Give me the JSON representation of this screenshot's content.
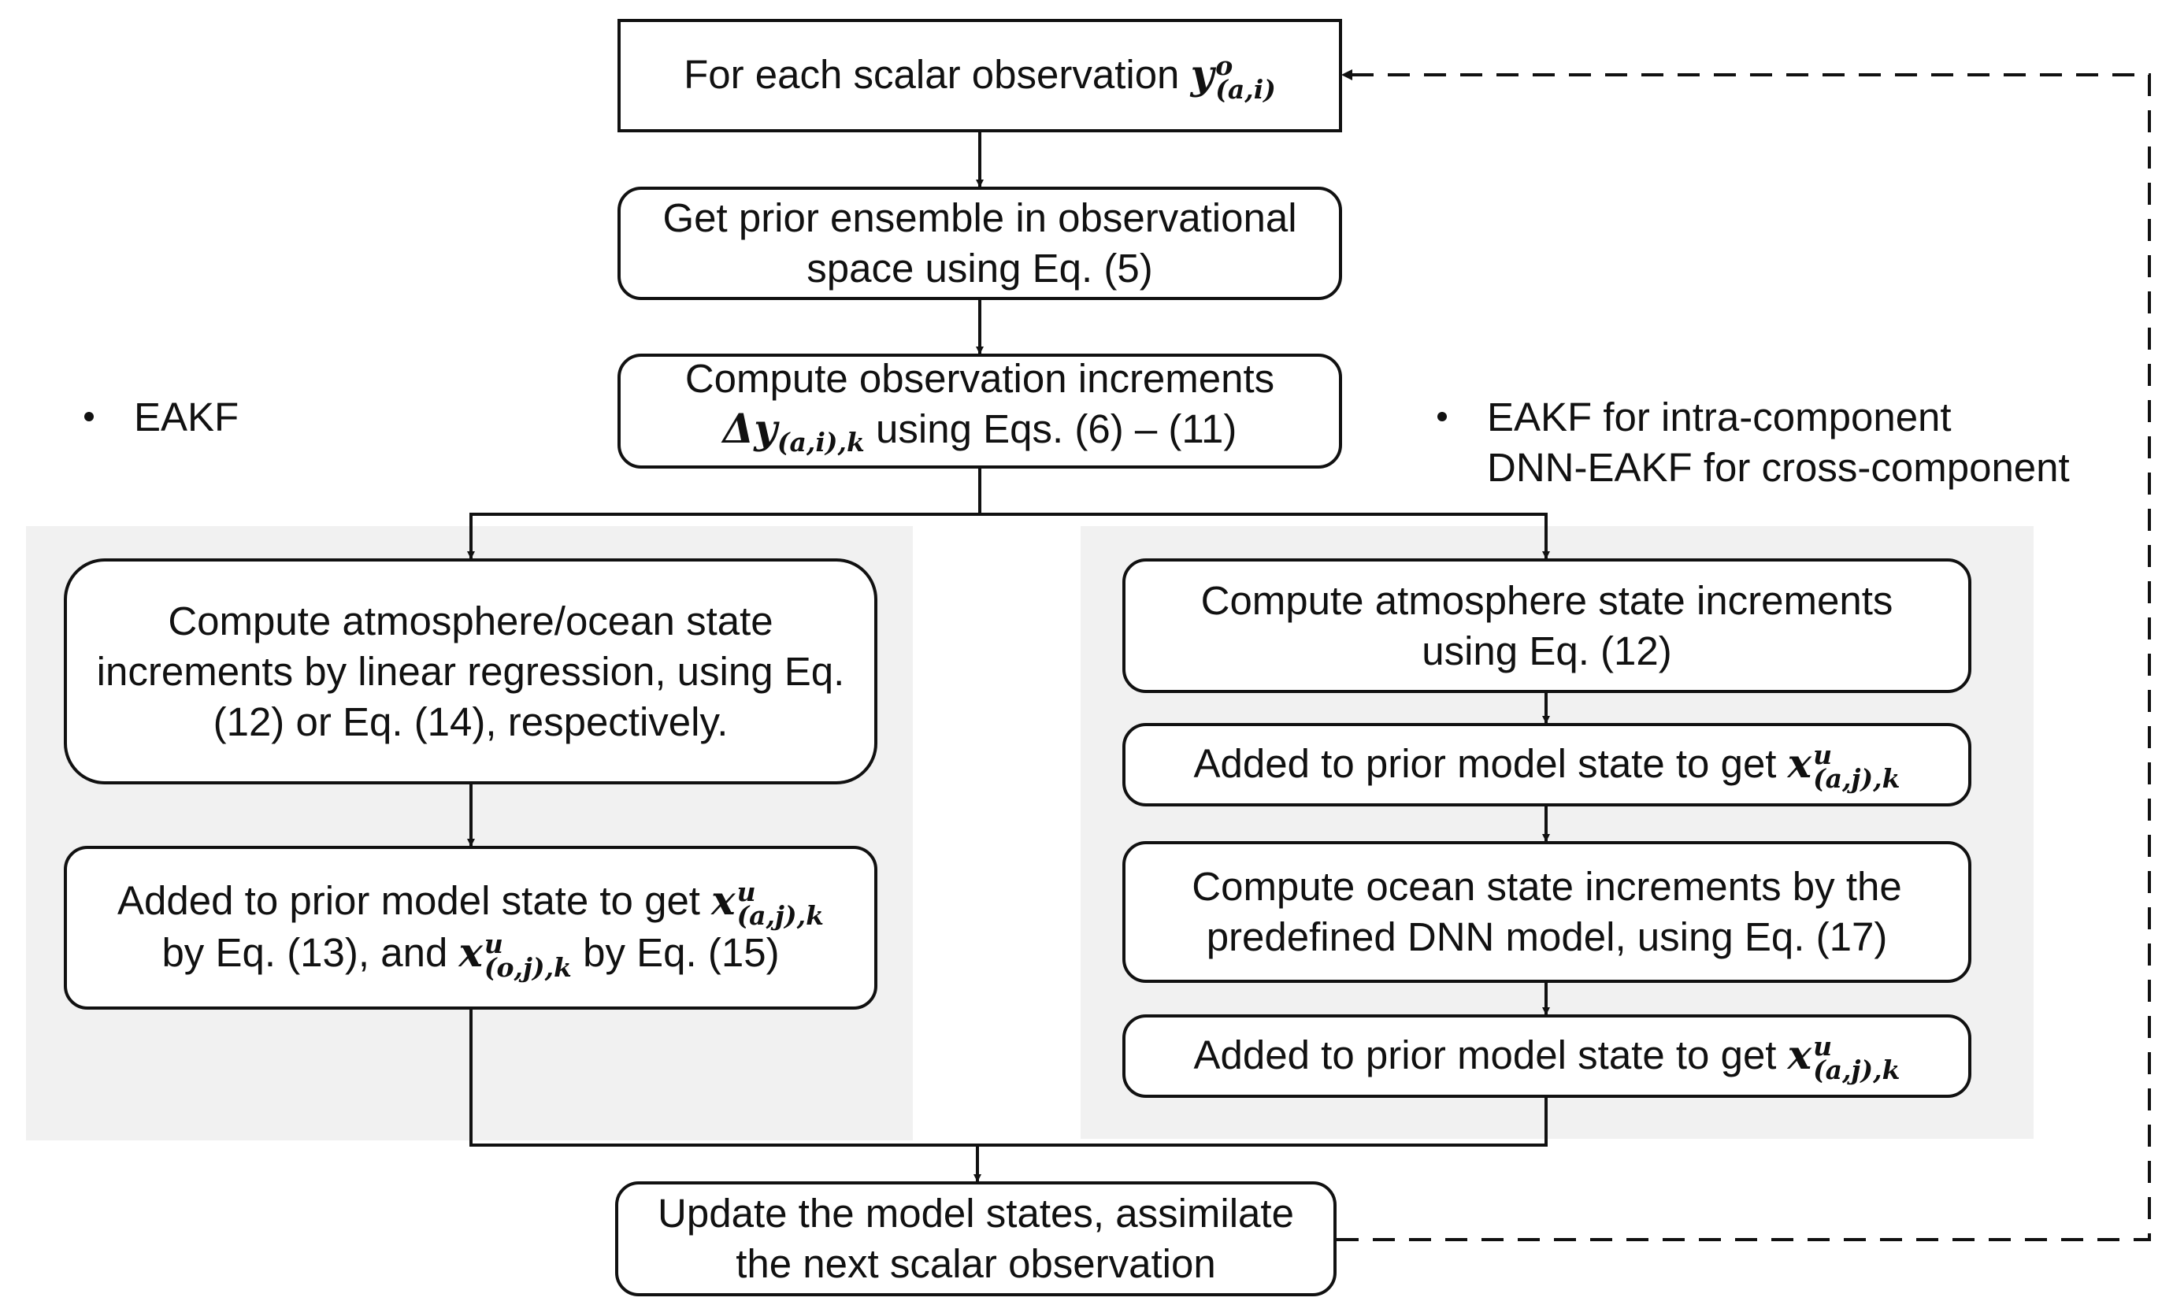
{
  "boxes": {
    "for_each": {
      "text": "For each scalar observation",
      "var": "y",
      "sup": "o",
      "sub": "(a,i)"
    },
    "get_prior": {
      "line1": "Get prior ensemble in observational",
      "line2": "space using Eq. (5)"
    },
    "compute_obs": {
      "line1": "Compute observation increments",
      "var": "Δy",
      "sub": "(a,i),k",
      "line2_rest": " using Eqs. (6) – (11)"
    },
    "left_compute": {
      "line1": "Compute atmosphere/ocean state",
      "line2": "increments by linear regression, using Eq.",
      "line3": "(12) or Eq. (14), respectively."
    },
    "left_added": {
      "line1": "Added to prior model state to get",
      "var1": "x",
      "sup1": "u",
      "sub1": "(a,j),k",
      "line2_a": "by Eq. (13), and",
      "var2": "x",
      "sup2": "u",
      "sub2": "(o,j),k",
      "line2_b": "by Eq. (15)"
    },
    "right_compute_atm": {
      "line1": "Compute atmosphere state increments",
      "line2": "using Eq. (12)"
    },
    "right_added_1": {
      "text": "Added to prior model state to get",
      "var": "x",
      "sup": "u",
      "sub": "(a,j),k"
    },
    "right_compute_ocean": {
      "line1": "Compute ocean state increments by the",
      "line2": "predefined DNN model, using Eq. (17)"
    },
    "right_added_2": {
      "text": "Added to prior model state to get",
      "var": "x",
      "sup": "u",
      "sub": "(a,j),k"
    },
    "update": {
      "line1": "Update the model states, assimilate",
      "line2": "the next scalar observation"
    }
  },
  "labels": {
    "left_method": "EAKF",
    "right_method_line1": "EAKF for intra-component",
    "right_method_line2": "DNN-EAKF for cross-component"
  },
  "colors": {
    "line": "#111111",
    "panel": "#f1f1f1",
    "box_fill": "#ffffff"
  }
}
